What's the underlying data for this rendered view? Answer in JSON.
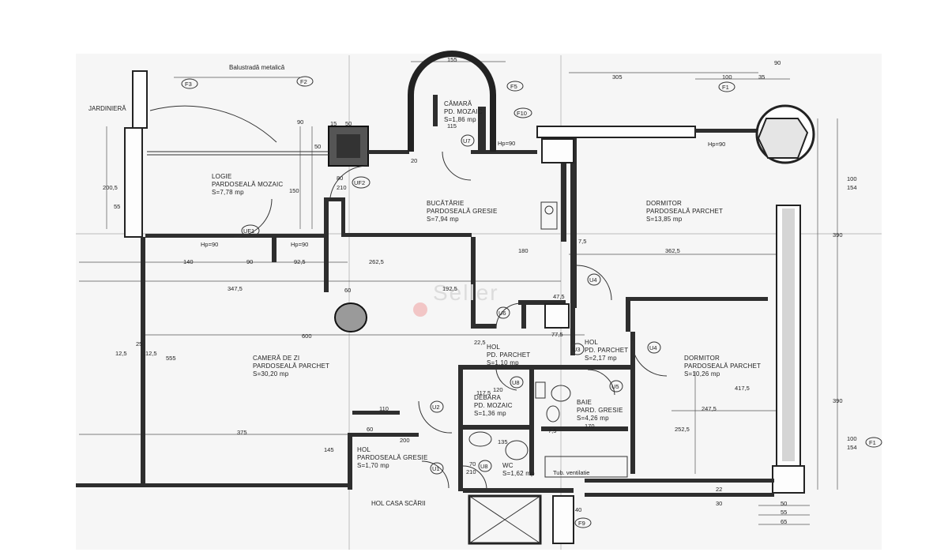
{
  "watermark": "Seller",
  "rooms": {
    "logie": {
      "name": "LOGIE",
      "floor": "PARDOSEALĂ MOZAIC",
      "area": "S=7,78 mp"
    },
    "camara": {
      "name": "CĂMARĂ",
      "floor": "PD. MOZAIC",
      "area": "S=1,86 mp"
    },
    "bucatarie": {
      "name": "BUCĂTĂRIE",
      "floor": "PARDOSEALĂ GRESIE",
      "area": "S=7,94 mp"
    },
    "dormitor1": {
      "name": "DORMITOR",
      "floor": "PARDOSEALĂ PARCHET",
      "area": "S=13,85 mp"
    },
    "camera_zi": {
      "name": "CAMERĂ DE ZI",
      "floor": "PARDOSEALĂ PARCHET",
      "area": "S=30,20 mp"
    },
    "hol1": {
      "name": "HOL",
      "floor": "PD. PARCHET",
      "area": "S=1,10 mp"
    },
    "hol2": {
      "name": "HOL",
      "floor": "PD. PARCHET",
      "area": "S=2,17 mp"
    },
    "dormitor2": {
      "name": "DORMITOR",
      "floor": "PARDOSEALĂ PARCHET",
      "area": "S=10,26 mp"
    },
    "debara": {
      "name": "DEBARA",
      "floor": "PD. MOZAIC",
      "area": "S=1,36 mp"
    },
    "baie": {
      "name": "BAIE",
      "floor": "PARD. GRESIE",
      "area": "S=4,26 mp"
    },
    "hol3": {
      "name": "HOL",
      "floor": "PARDOSEALĂ GRESIE",
      "area": "S=1,70 mp"
    },
    "wc": {
      "name": "WC",
      "area": "S=1,62 mp"
    }
  },
  "notes": {
    "balustrada": "Balustradă metalică",
    "jardiniera": "JARDINIERĂ",
    "casa_scarii": "HOL CASA SCĂRII",
    "tub": "Tub. ventilatie"
  },
  "tags": {
    "F1a": "F1",
    "F1b": "F1",
    "F2": "F2",
    "F3": "F3",
    "F5": "F5",
    "F9": "F9",
    "F10": "F10",
    "UF1": "UF1",
    "UF2": "UF2",
    "U1": "U1",
    "U2": "U2",
    "U3": "U3",
    "U4a": "U4",
    "U4b": "U4",
    "U5": "U5",
    "U6": "U6",
    "U7": "U7",
    "U8a": "U8",
    "U8b": "U8"
  },
  "dims": {
    "d155": "155",
    "d305": "305",
    "d90a": "90",
    "d100a": "100",
    "d35": "35",
    "d15": "15",
    "d50a": "50",
    "d50b": "50",
    "d90b": "90",
    "d80": "80",
    "d210a": "210",
    "d150": "150",
    "d55": "55",
    "d200": "200,5",
    "hp90a": "Hp=90",
    "hp90b": "Hp=90",
    "hp90c": "Hp=90",
    "hp90d": "Hp=90",
    "d140": "140",
    "d90c": "90",
    "d92": "92,5",
    "d262": "262,5",
    "d180": "180",
    "d362": "362,5",
    "d347": "347,5",
    "d60a": "60",
    "d192": "192,5",
    "d600": "600",
    "d47": "47,5",
    "d77": "77,5",
    "d22": "22,5",
    "d7a": "7,5",
    "d12a": "12,5",
    "d12b": "12,5",
    "d25a": "25",
    "d555": "555",
    "d375": "375",
    "d110": "110",
    "d60b": "60",
    "d200b": "200",
    "d120a": "120",
    "d117": "117,5",
    "d170": "170",
    "d135": "135",
    "d145": "145",
    "d70": "70",
    "d210b": "210",
    "d417": "417,5",
    "d247": "247,5",
    "d252": "252,5",
    "d390a": "390",
    "d390b": "390",
    "d100b": "100",
    "d154a": "154",
    "d100c": "100",
    "d154b": "154",
    "d50c": "50",
    "d55b": "55",
    "d65": "65",
    "d40": "40",
    "d20": "20",
    "d115": "115",
    "d7b": "7,5",
    "d30": "30",
    "d22b": "22"
  }
}
